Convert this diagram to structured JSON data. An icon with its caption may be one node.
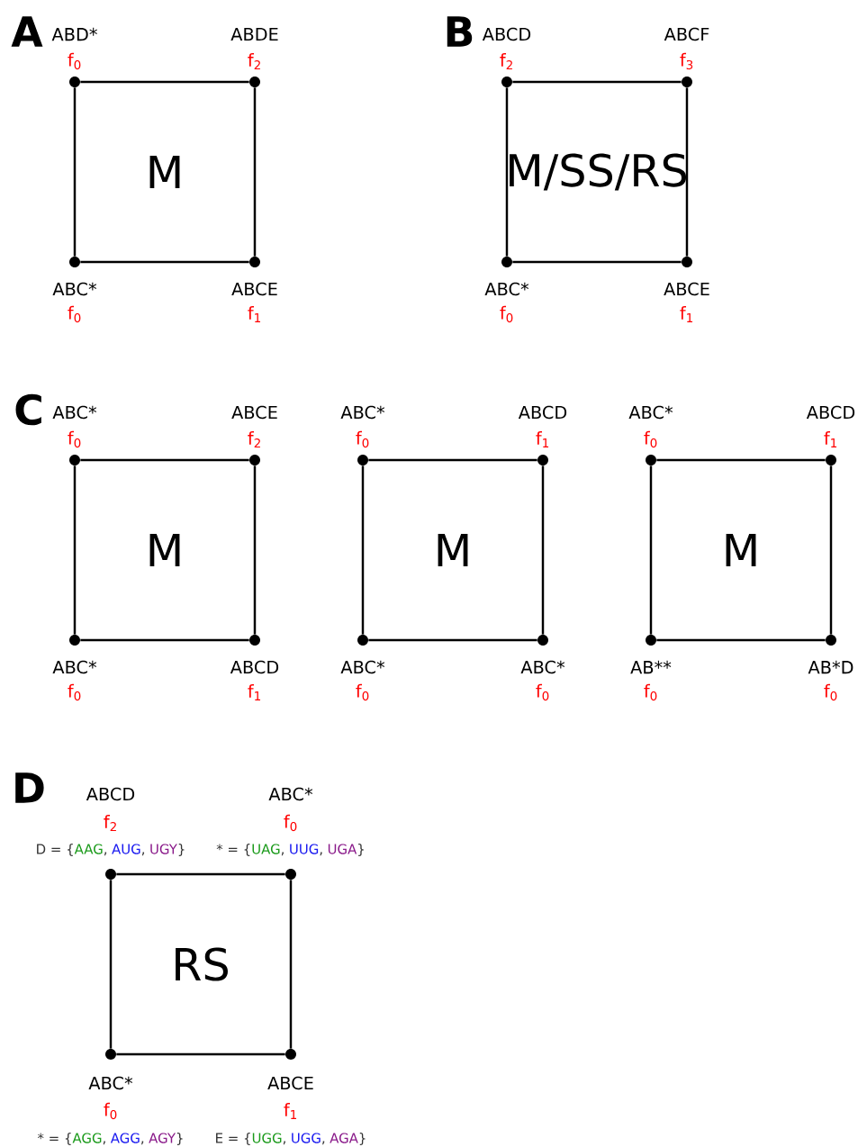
{
  "diagram": {
    "nodes": [
      {
        "text": [
          "M"
        ]
      },
      {
        "text": [
          "ABD*",
          "f$_{0}$"
        ]
      },
      {
        "text": [
          "ABDE",
          "f$_{2}$"
        ]
      },
      {
        "text": [
          "ABC*",
          "f$_{0}$"
        ]
      },
      {
        "text": [
          "ABCE",
          "f$_{1}$"
        ]
      },
      {
        "text": [
          "M/SS/RS"
        ]
      },
      {
        "text": [
          "ABCD",
          "f$_{2}$"
        ]
      },
      {
        "text": [
          "ABCF",
          "f$_{3}$"
        ]
      },
      {
        "text": [
          "ABC*",
          "f$_{0}$"
        ]
      },
      {
        "text": [
          "ABCE",
          "f$_{1}$"
        ]
      },
      {
        "text": [
          "M"
        ]
      },
      {
        "text": [
          "ABC*",
          "f$_{0}$"
        ]
      },
      {
        "text": [
          "ABCE",
          "f$_{2}$"
        ]
      },
      {
        "text": [
          "ABC*",
          "f$_{0}$"
        ]
      },
      {
        "text": [
          "ABCD",
          "f$_{1}$"
        ]
      },
      {
        "text": [
          "M"
        ]
      },
      {
        "text": [
          "ABC*",
          "f$_{0}$"
        ]
      },
      {
        "text": [
          "ABCD",
          "f$_{1}$"
        ]
      },
      {
        "text": [
          "ABC*",
          "f$_{0}$"
        ]
      },
      {
        "text": [
          "ABC*",
          "f$_{0}$"
        ]
      },
      {
        "text": [
          "M"
        ]
      },
      {
        "text": [
          "ABC*",
          "f$_{0}$"
        ]
      },
      {
        "text": [
          "ABCD",
          "f$_{1}$"
        ]
      },
      {
        "text": [
          "AB**",
          "f$_{0}$"
        ]
      },
      {
        "text": [
          "AB*D",
          "f$_{0}$"
        ]
      },
      {
        "text": [
          "RS"
        ]
      },
      {
        "text": [
          "ABCD",
          "f$_{2}$"
        ],
        "beside": [
          "D = {",
          "AAG",
          ",",
          "AUG",
          ",",
          "UGY",
          "}"
        ]
      },
      {
        "text": [
          "ABC*",
          "f$_{0}$"
        ],
        "beside": [
          "* = {",
          "UAG",
          ",",
          "UUG",
          ",",
          "UGA",
          "}"
        ]
      },
      {
        "text": [
          "ABC*",
          "f$_{0}$"
        ],
        "beside": [
          "* = {",
          "AGG",
          ",",
          "AGG",
          ",",
          "AGY",
          "}"
        ]
      },
      {
        "text": [
          "ABCE",
          "f$_{1}$"
        ],
        "beside": [
          "E = {",
          "UGG",
          ",",
          "UGG",
          ",",
          "AGA",
          "}"
        ]
      }
    ],
    "edges": [
      {
        "from": 1,
        "to": 2,
        "arrow": "none"
      },
      {
        "from": 2,
        "to": 4,
        "arrow": "none"
      },
      {
        "from": 4,
        "to": 3,
        "arrow": "none"
      },
      {
        "from": 3,
        "to": 1,
        "arrow": "none"
      },
      {
        "from": 6,
        "to": 7,
        "arrow": "none"
      },
      {
        "from": 7,
        "to": 9,
        "arrow": "none"
      },
      {
        "from": 9,
        "to": 8,
        "arrow": "none"
      },
      {
        "from": 8,
        "to": 6,
        "arrow": "none"
      },
      {
        "from": 11,
        "to": 12,
        "arrow": "none"
      },
      {
        "from": 12,
        "to": 14,
        "arrow": "none"
      },
      {
        "from": 14,
        "to": 13,
        "arrow": "none"
      },
      {
        "from": 13,
        "to": 11,
        "arrow": "none"
      },
      {
        "from": 16,
        "to": 17,
        "arrow": "none"
      },
      {
        "from": 17,
        "to": 19,
        "arrow": "none"
      },
      {
        "from": 19,
        "to": 18,
        "arrow": "none"
      },
      {
        "from": 18,
        "to": 16,
        "arrow": "none"
      },
      {
        "from": 21,
        "to": 22,
        "arrow": "none"
      },
      {
        "from": 22,
        "to": 24,
        "arrow": "none"
      },
      {
        "from": 24,
        "to": 23,
        "arrow": "none"
      },
      {
        "from": 23,
        "to": 21,
        "arrow": "none"
      },
      {
        "from": 26,
        "to": 27,
        "arrow": "none"
      },
      {
        "from": 27,
        "to": 29,
        "arrow": "none"
      },
      {
        "from": 29,
        "to": 28,
        "arrow": "none"
      },
      {
        "from": 28,
        "to": 26,
        "arrow": "none"
      }
    ],
    "labels": [
      "A",
      "B",
      "C",
      "D"
    ]
  }
}
